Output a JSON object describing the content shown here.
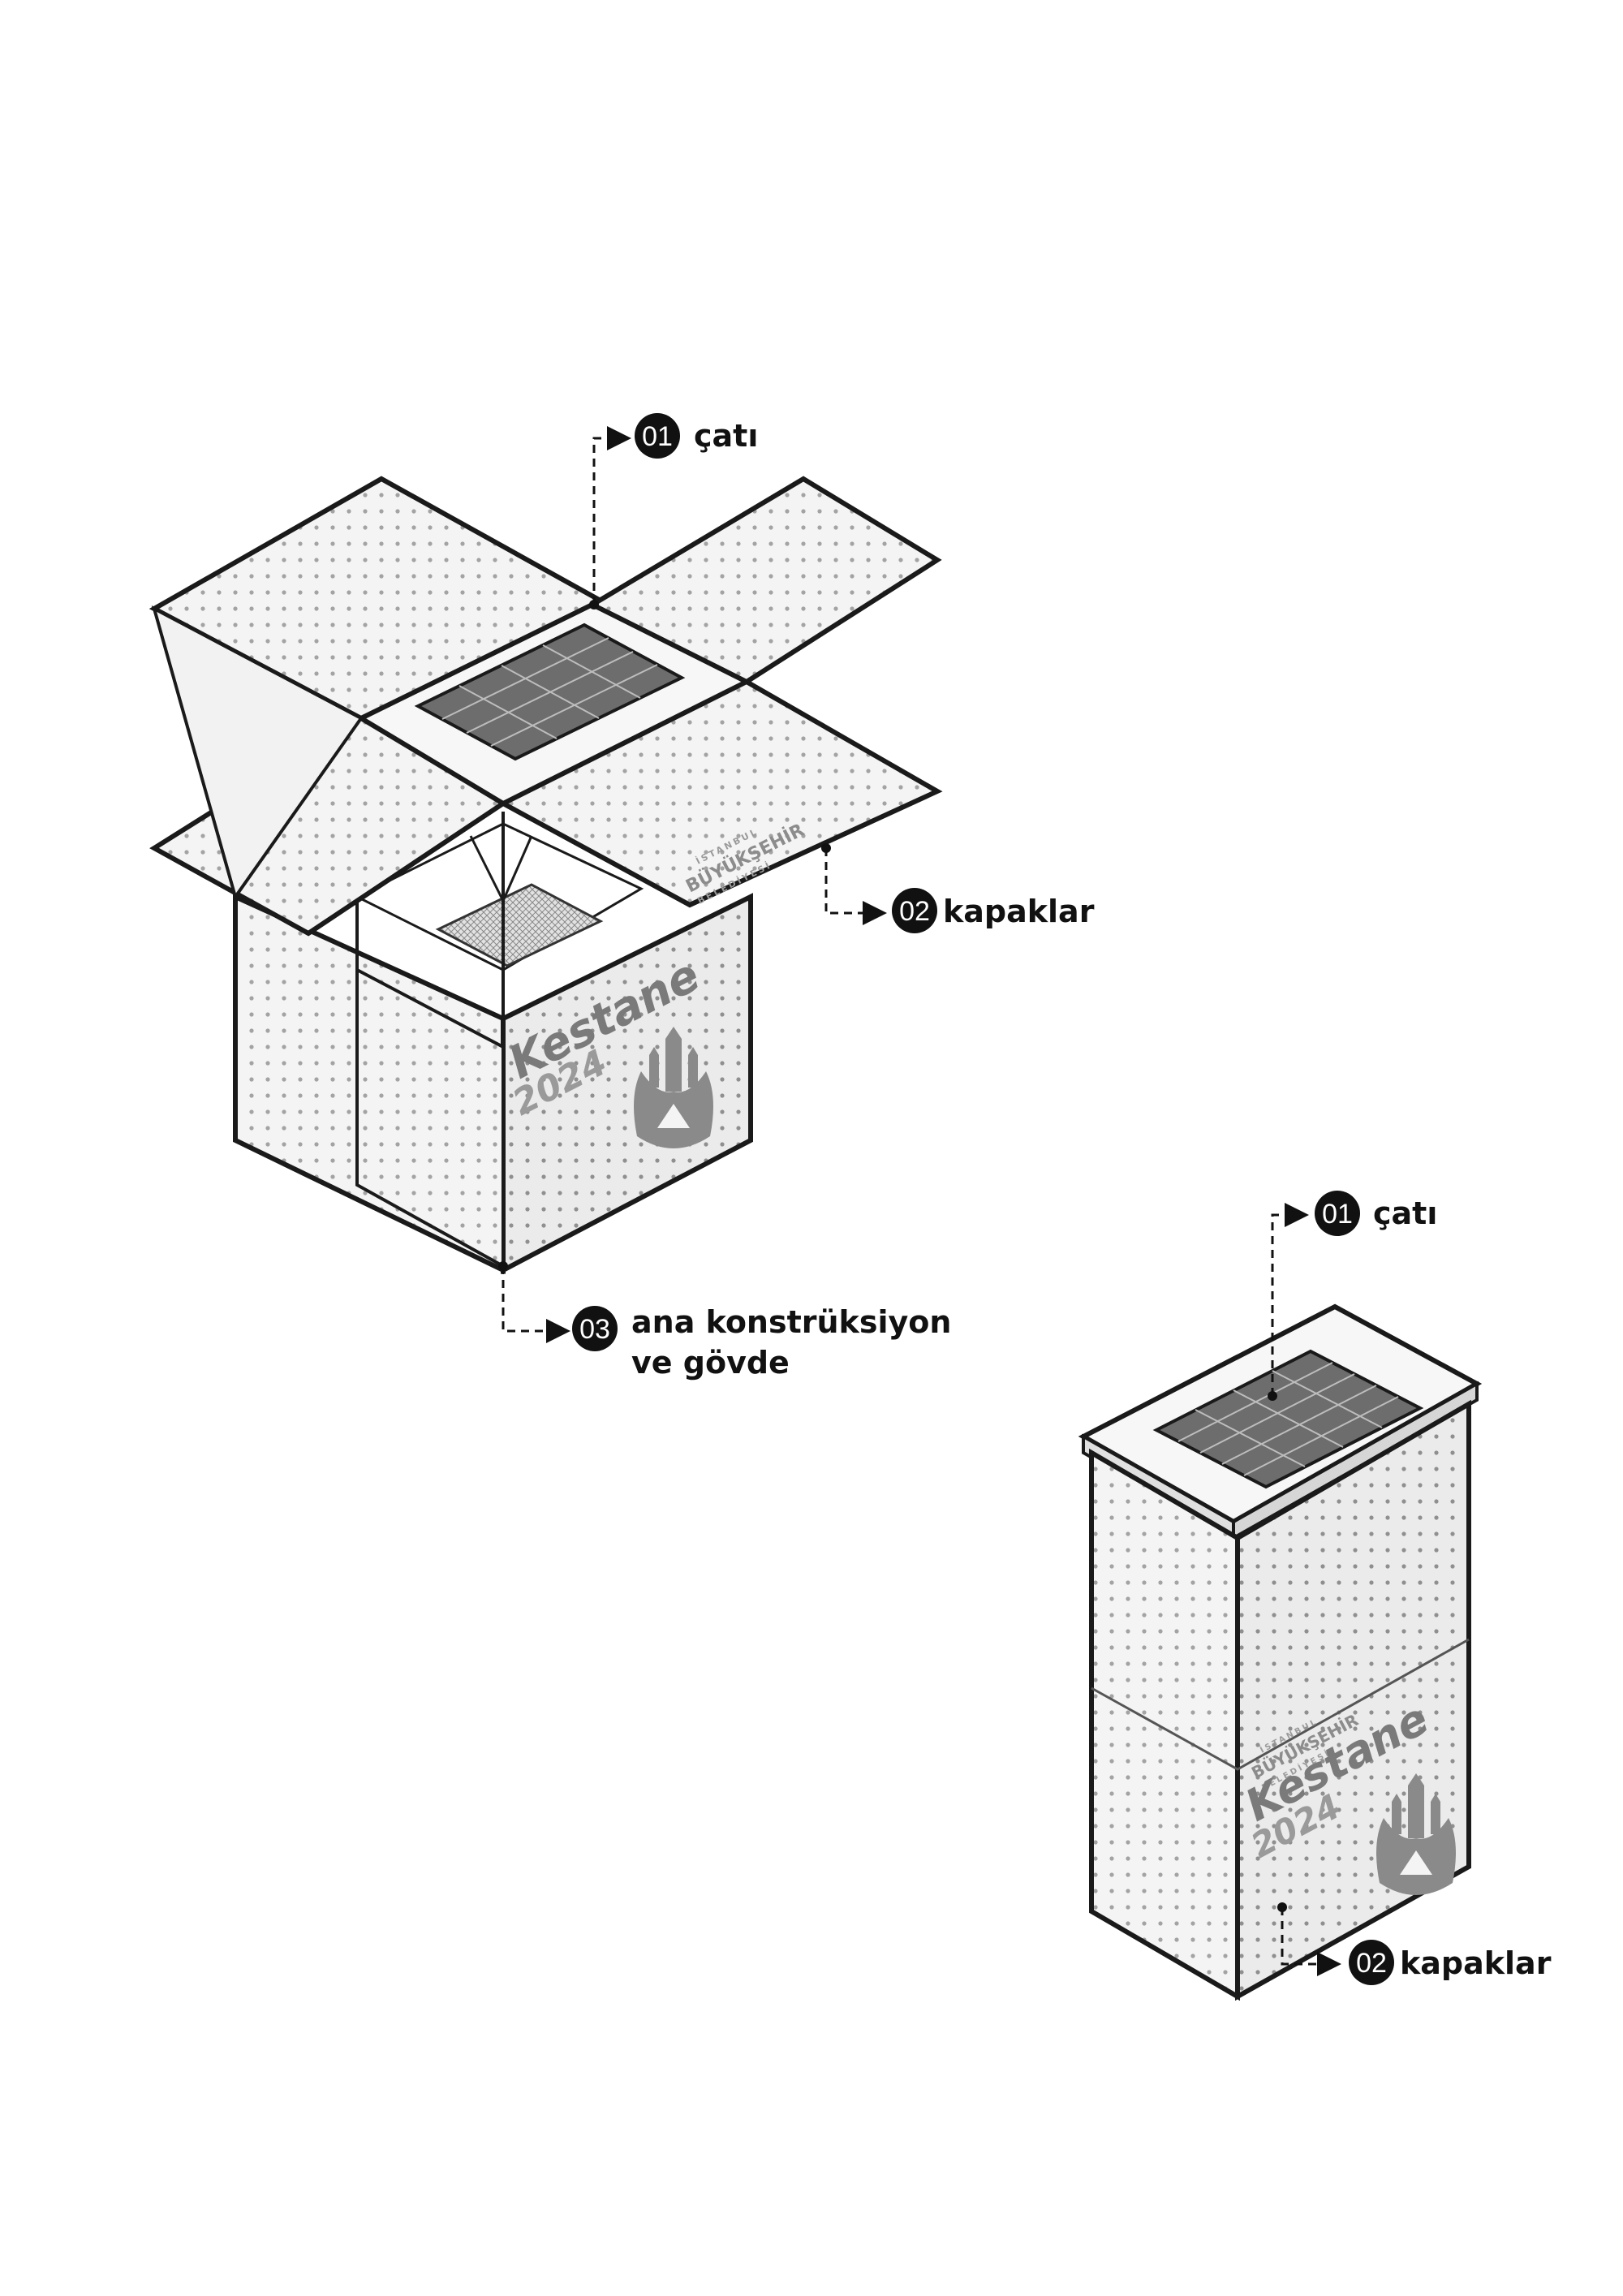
{
  "callouts": {
    "open_roof": {
      "num": "01",
      "label": "çatı"
    },
    "open_flaps": {
      "num": "02",
      "label": "kapaklar"
    },
    "open_body": {
      "num": "03",
      "label_line1": "ana konstrüksiyon",
      "label_line2": "ve gövde"
    },
    "closed_roof": {
      "num": "01",
      "label": "çatı"
    },
    "closed_flaps": {
      "num": "02",
      "label": "kapaklar"
    }
  },
  "branding": {
    "product_name": "Kestane",
    "year": "2024",
    "municipality_line1": "İSTANBUL",
    "municipality_line2": "BÜYÜKŞEHİR",
    "municipality_line3": "BELEDİYESİ"
  },
  "colors": {
    "outline": "#1a1a1a",
    "panel_fill": "#f2f2f2",
    "perforation": "#9a9a9a",
    "callout_badge": "#111111",
    "logo_grey": "#8a8a8a"
  }
}
